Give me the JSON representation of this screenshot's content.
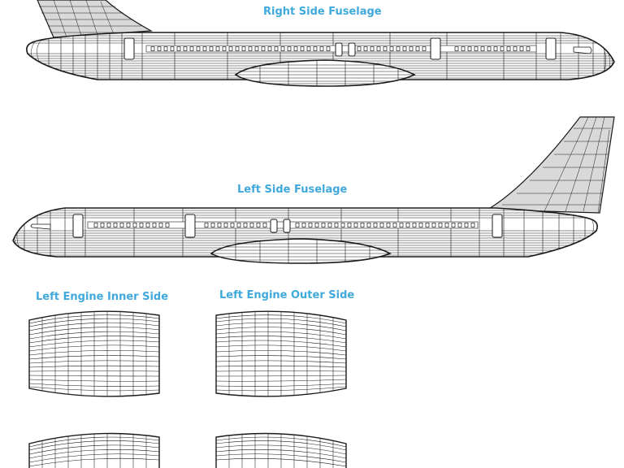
{
  "labels": {
    "right_fuselage": "Right Side Fuselage",
    "left_fuselage": "Left Side Fuselage",
    "engine_inner": "Left Engine Inner Side",
    "engine_outer": "Left Engine Outer Side"
  },
  "colors": {
    "label": "#3fa9dc",
    "stroke": "#1a1a1a",
    "hull": "#ffffff",
    "tail": "#d9d9d9",
    "window_band": "#ffffff"
  },
  "parts": [
    "right-fuselage",
    "left-fuselage",
    "engine-inner-top",
    "engine-outer-top",
    "engine-inner-bottom",
    "engine-outer-bottom"
  ]
}
